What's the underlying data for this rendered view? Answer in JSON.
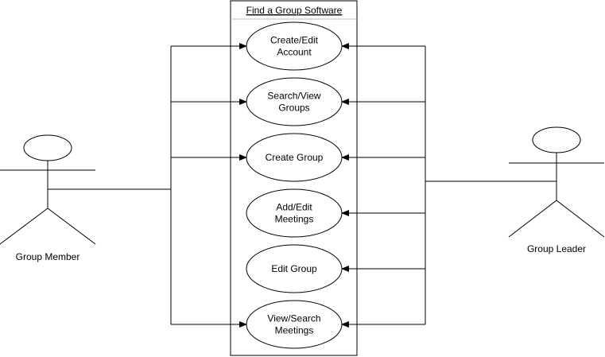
{
  "system": {
    "title": "Find a Group Software"
  },
  "actors": [
    {
      "label": "Group Member"
    },
    {
      "label": "Group Leader"
    }
  ],
  "use_cases": [
    {
      "lines": [
        "Create/Edit",
        "Account"
      ],
      "member": true,
      "leader": true
    },
    {
      "lines": [
        "Search/View",
        "Groups"
      ],
      "member": true,
      "leader": true
    },
    {
      "lines": [
        "Create Group"
      ],
      "member": true,
      "leader": true
    },
    {
      "lines": [
        "Add/Edit",
        "Meetings"
      ],
      "member": false,
      "leader": true
    },
    {
      "lines": [
        "Edit Group"
      ],
      "member": false,
      "leader": true
    },
    {
      "lines": [
        "View/Search",
        "Meetings"
      ],
      "member": true,
      "leader": true
    }
  ],
  "colors": {
    "stroke": "#000000",
    "fill": "#ffffff",
    "divider": "#bfbfbf"
  }
}
